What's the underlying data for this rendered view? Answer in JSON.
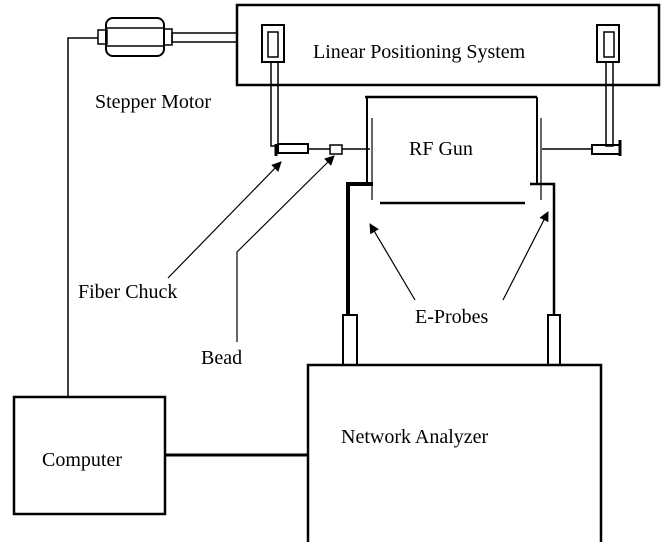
{
  "diagram": {
    "labels": {
      "linear_positioning_system": "Linear Positioning System",
      "stepper_motor": "Stepper Motor",
      "rf_gun": "RF Gun",
      "fiber_chuck": "Fiber Chuck",
      "bead": "Bead",
      "e_probes": "E-Probes",
      "network_analyzer": "Network Analyzer",
      "computer": "Computer"
    },
    "colors": {
      "line": "#000000",
      "background": "#ffffff"
    }
  }
}
